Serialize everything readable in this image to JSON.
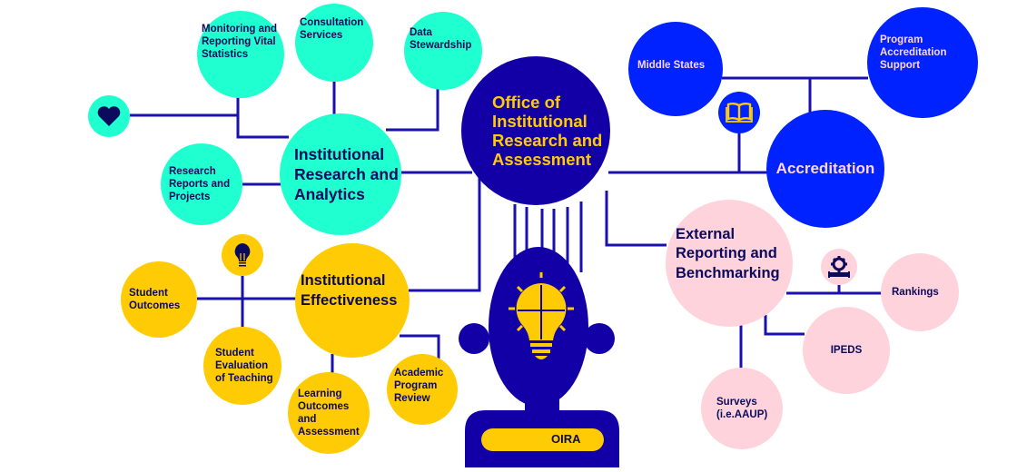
{
  "center": {
    "title": "Office of Institutional Research and Assessment",
    "badge": "OIRA"
  },
  "research": {
    "title": "Institutional Research and Analytics",
    "items": [
      "Monitoring and Reporting Vital Statistics",
      "Consultation Services",
      "Data Stewardship",
      "Research Reports and Projects"
    ],
    "icon": "heart-icon"
  },
  "effectiveness": {
    "title": "Institutional Effectiveness",
    "items": [
      "Student Outcomes",
      "Student Evaluation of Teaching",
      "Learning Outcomes and Assessment",
      "Academic Program Review"
    ],
    "icon": "lightbulb-icon"
  },
  "accreditation": {
    "title": "Accreditation",
    "items": [
      "Middle States",
      "Program Accreditation Support"
    ],
    "icon": "book-icon"
  },
  "external": {
    "title": "External Reporting and Benchmarking",
    "items": [
      "Rankings",
      "IPEDS",
      "Surveys (i.e.AAUP)"
    ],
    "icon": "gear-wrench-icon"
  },
  "colors": {
    "navy": "#1200a6",
    "teal": "#1fffcf",
    "yellow": "#ffcb05",
    "blue": "#0022ff",
    "pink": "#ffd3dc",
    "line": "#1a10b0"
  }
}
